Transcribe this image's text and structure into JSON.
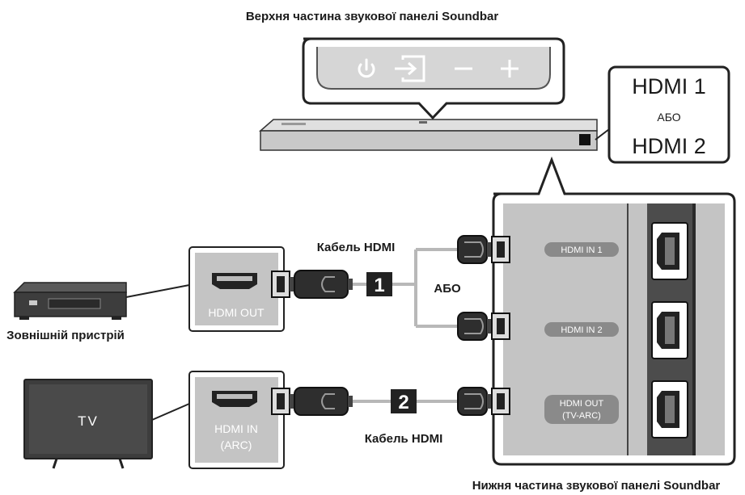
{
  "captions": {
    "top": "Верхня частина звукової панелі Soundbar",
    "bottom": "Нижня частина звукової панелі Soundbar",
    "external_device": "Зовнішній пристрій",
    "cable_top": "Кабель HDMI",
    "cable_bottom": "Кабель HDMI",
    "or_middle": "АБО"
  },
  "hdmi_callout": {
    "line1": "HDMI 1",
    "or": "АБО",
    "line2": "HDMI 2"
  },
  "source_ports": {
    "device_port": "HDMI OUT",
    "tv_port_line1": "HDMI IN",
    "tv_port_line2": "(ARC)"
  },
  "tv_label": "TV",
  "steps": {
    "step1": "1",
    "step2": "2"
  },
  "soundbar_ports": {
    "in1": "HDMI IN 1",
    "in2": "HDMI IN 2",
    "out_line1": "HDMI OUT",
    "out_line2": "(TV-ARC)"
  },
  "top_buttons": [
    "power-icon",
    "source-icon",
    "minus-icon",
    "plus-icon"
  ],
  "colors": {
    "panel_gray": "#c4c4c4",
    "dark_gray": "#555555",
    "label_pill": "#8a8a8a",
    "cable_line": "#b8b8b8",
    "stroke": "#222222"
  }
}
